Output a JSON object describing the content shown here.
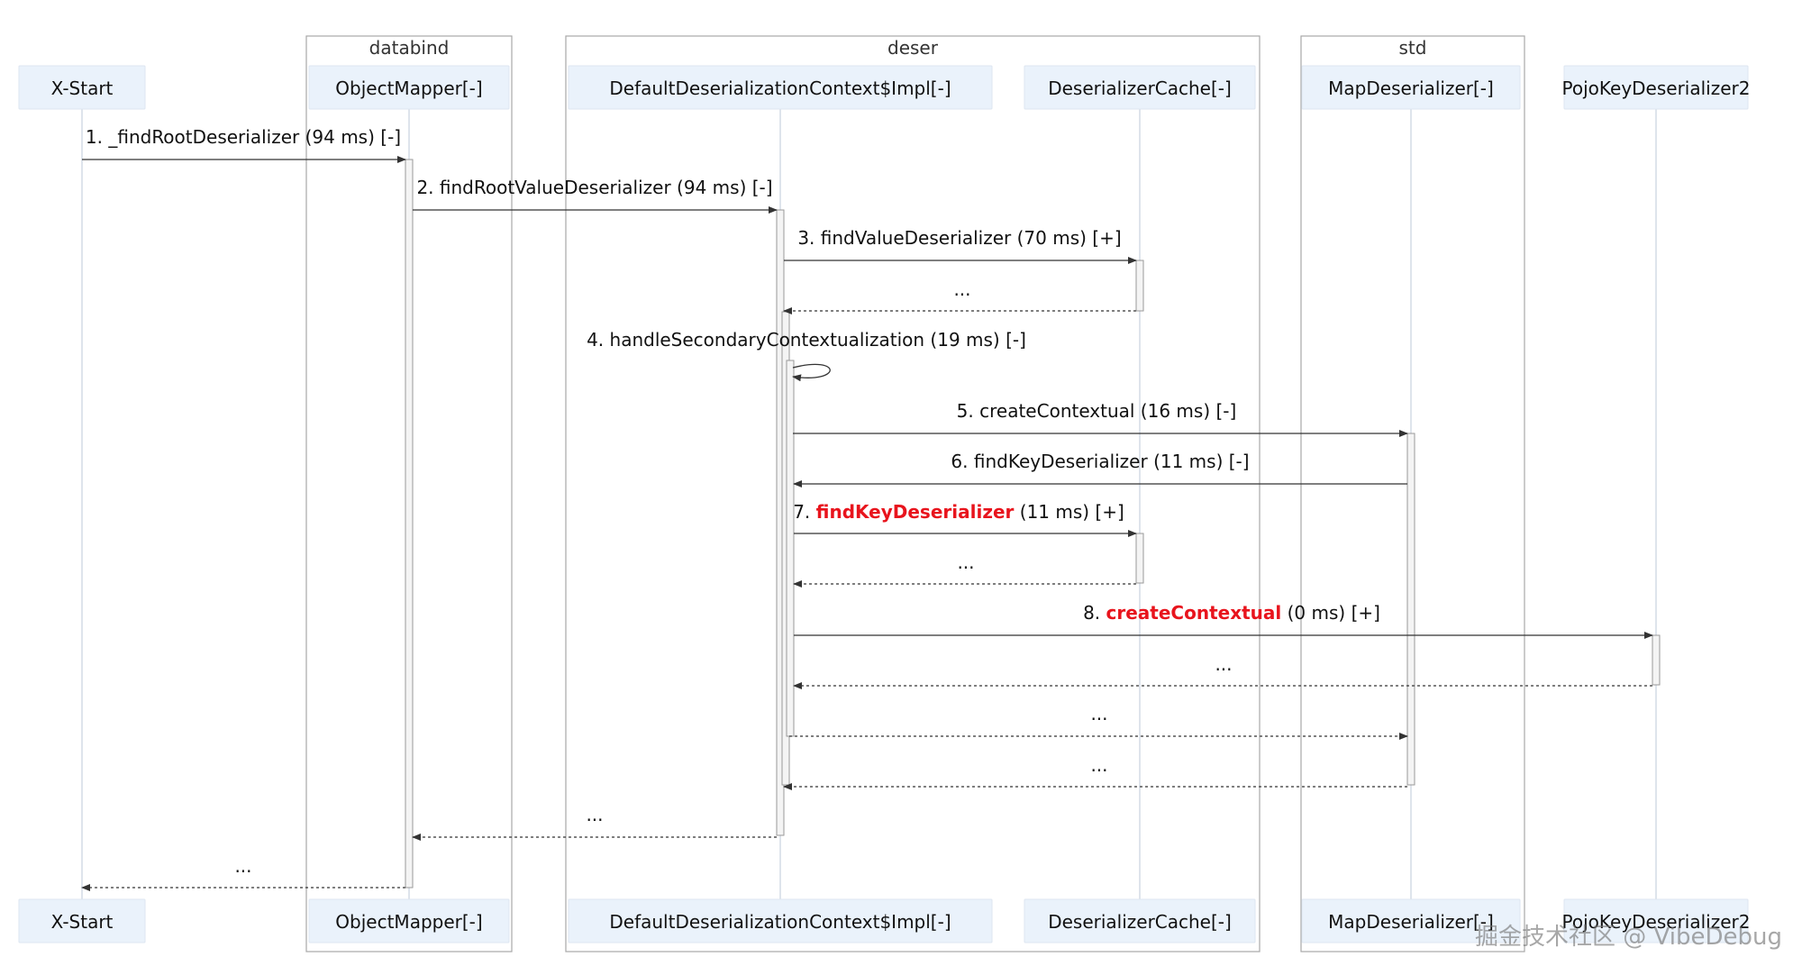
{
  "groups": [
    {
      "id": "databind",
      "label": "databind"
    },
    {
      "id": "deser",
      "label": "deser"
    },
    {
      "id": "std",
      "label": "std"
    }
  ],
  "participants": [
    {
      "id": "xstart",
      "label": "X-Start"
    },
    {
      "id": "om",
      "label": "ObjectMapper[-]"
    },
    {
      "id": "ddc",
      "label": "DefaultDeserializationContext$Impl[-]"
    },
    {
      "id": "dc",
      "label": "DeserializerCache[-]"
    },
    {
      "id": "md",
      "label": "MapDeserializer[-]"
    },
    {
      "id": "pkd",
      "label": "PojoKeyDeserializer2"
    }
  ],
  "messages": [
    {
      "num": "1. ",
      "name": "_findRootDeserializer",
      "rest": " (94 ms) [-]",
      "highlight": false,
      "type": "sync"
    },
    {
      "num": "2. ",
      "name": "findRootValueDeserializer",
      "rest": " (94 ms) [-]",
      "highlight": false,
      "type": "sync"
    },
    {
      "num": "3. ",
      "name": "findValueDeserializer",
      "rest": " (70 ms) [+]",
      "highlight": false,
      "type": "sync"
    },
    {
      "num": "",
      "name": "...",
      "rest": "",
      "highlight": false,
      "type": "return"
    },
    {
      "num": "4. ",
      "name": "handleSecondaryContextualization",
      "rest": " (19 ms) [-]",
      "highlight": false,
      "type": "self"
    },
    {
      "num": "5. ",
      "name": "createContextual",
      "rest": " (16 ms) [-]",
      "highlight": false,
      "type": "sync"
    },
    {
      "num": "6. ",
      "name": "findKeyDeserializer",
      "rest": " (11 ms) [-]",
      "highlight": false,
      "type": "sync"
    },
    {
      "num": "7. ",
      "name": "findKeyDeserializer",
      "rest": " (11 ms) [+]",
      "highlight": true,
      "type": "sync"
    },
    {
      "num": "",
      "name": "...",
      "rest": "",
      "highlight": false,
      "type": "return"
    },
    {
      "num": "8. ",
      "name": "createContextual",
      "rest": " (0 ms) [+]",
      "highlight": true,
      "type": "sync"
    },
    {
      "num": "",
      "name": "...",
      "rest": "",
      "highlight": false,
      "type": "return"
    },
    {
      "num": "",
      "name": "...",
      "rest": "",
      "highlight": false,
      "type": "return"
    },
    {
      "num": "",
      "name": "...",
      "rest": "",
      "highlight": false,
      "type": "return"
    },
    {
      "num": "",
      "name": "...",
      "rest": "",
      "highlight": false,
      "type": "return"
    },
    {
      "num": "",
      "name": "...",
      "rest": "",
      "highlight": false,
      "type": "return"
    }
  ],
  "watermark": "掘金技术社区 @ VibeDebug",
  "colors": {
    "group_border": "#a8a8a8",
    "participant_fill": "#eaf2fb",
    "participant_border": "#dde6f0",
    "lifeline": "#c9d2e0",
    "arrow": "#333333",
    "highlight": "#e8141d",
    "activation_fill": "#f4f4f4",
    "activation_border": "#999999"
  }
}
